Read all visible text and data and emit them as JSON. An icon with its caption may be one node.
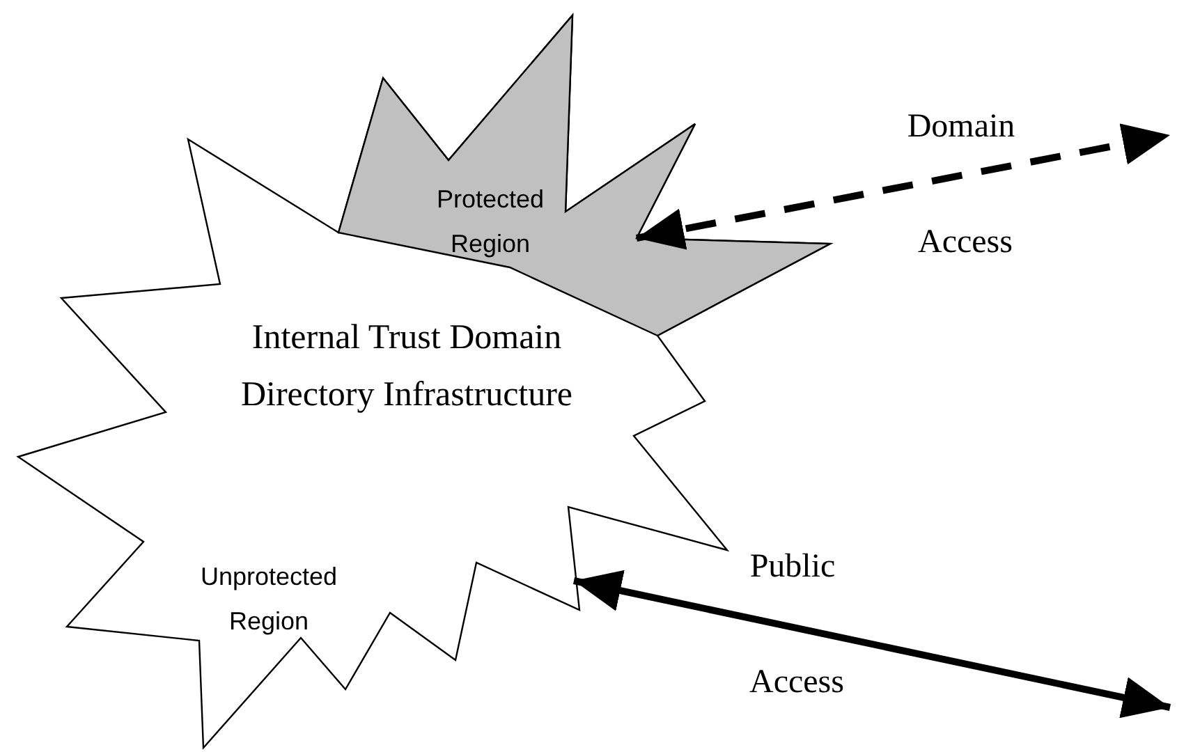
{
  "diagram": {
    "nodes": [
      {
        "text": [
          "Internal Trust Domain Directory Infrastructure"
        ]
      },
      {
        "text": [
          "Protected Region"
        ],
        "in": 0
      }
    ],
    "edges": [
      {
        "from": 1,
        "to": null,
        "arrow": "both",
        "style": "dashed"
      },
      {
        "from": 0,
        "to": null,
        "arrow": "both"
      }
    ],
    "labels": [
      "Domain",
      "Access",
      "Public",
      "Access",
      "Unprotected Region"
    ]
  }
}
